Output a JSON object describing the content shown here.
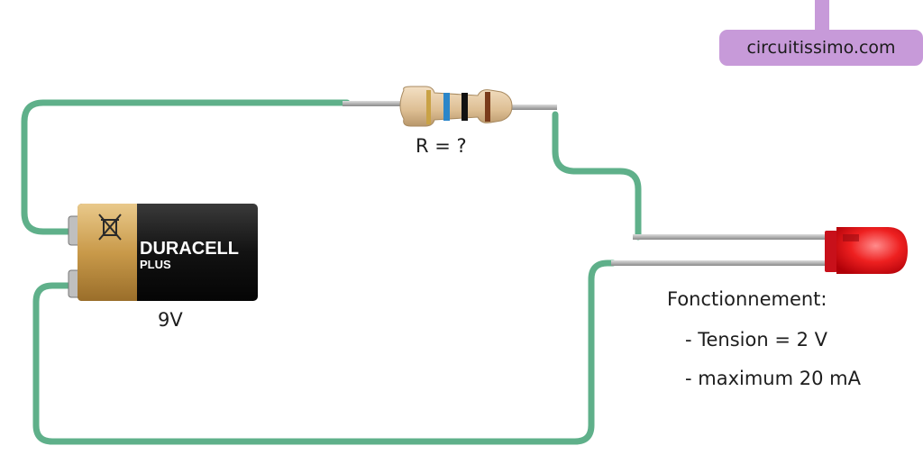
{
  "brand": {
    "site": "circuitissimo.com"
  },
  "resistor": {
    "label": "R = ?"
  },
  "battery": {
    "brand": "DURACELL",
    "line": "PLUS",
    "voltage_label": "9V"
  },
  "led": {
    "specs_title": "Fonctionnement:",
    "specs": [
      "- Tension = 2 V",
      "- maximum 20 mA"
    ]
  },
  "colors": {
    "wire": "#5fb08a",
    "badge": "#c79ad9",
    "led": "#e8141a",
    "battery_gold": "#c99a4a",
    "battery_black": "#151515",
    "resistor_body": "#e5c9a2"
  }
}
